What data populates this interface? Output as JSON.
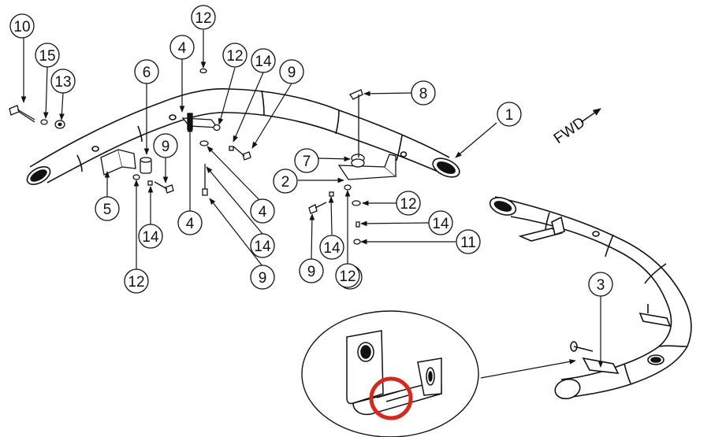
{
  "direction_label": "FWD",
  "part_labels": [
    "10",
    "15",
    "13",
    "6",
    "5",
    "12",
    "14",
    "9",
    "4",
    "4",
    "12",
    "12",
    "14",
    "9",
    "4",
    "14",
    "9",
    "12",
    "8",
    "1",
    "7",
    "2",
    "12",
    "14",
    "11",
    "9",
    "14",
    "12",
    "3"
  ],
  "colors": {
    "line": "#111111",
    "highlight_circle": "#d42a1e",
    "background": "#ffffff"
  }
}
